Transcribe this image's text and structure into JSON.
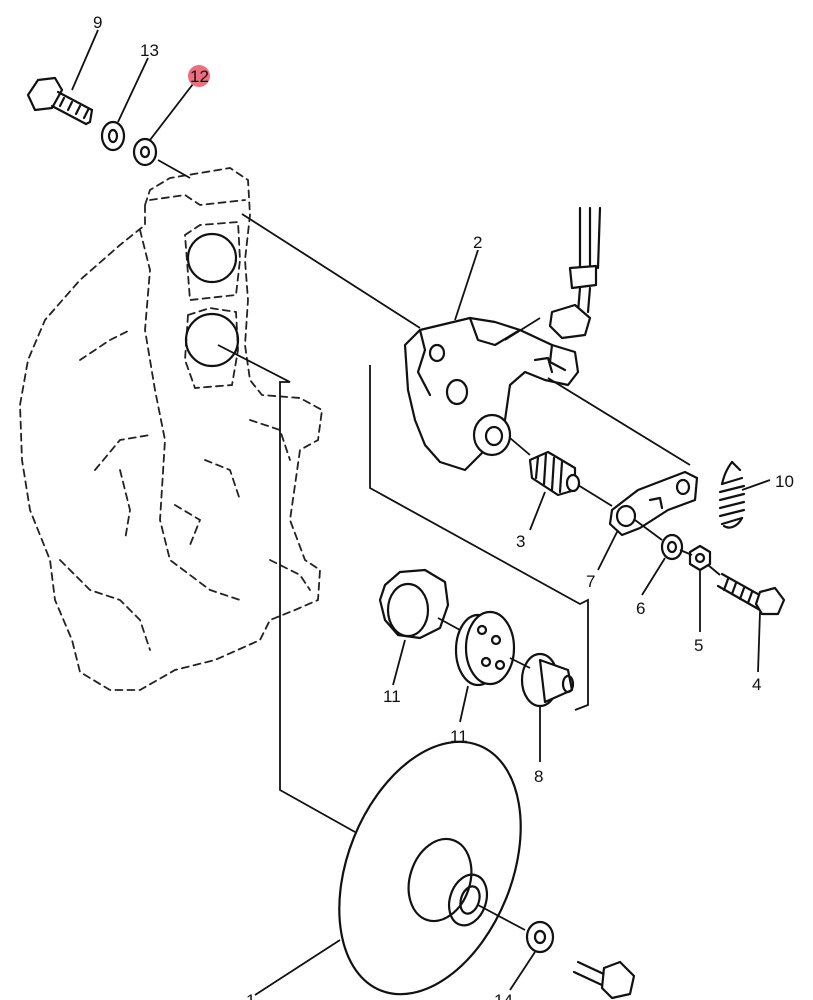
{
  "callouts": {
    "c1": "1",
    "c2": "2",
    "c3": "3",
    "c4": "4",
    "c5": "5",
    "c6": "6",
    "c7": "7",
    "c8": "8",
    "c9": "9",
    "c10": "10",
    "c11a": "11",
    "c11b": "11",
    "c12": "12",
    "c13": "13",
    "c14": "14"
  },
  "highlight_color": "#f06d7d",
  "highlighted_callout": "12"
}
